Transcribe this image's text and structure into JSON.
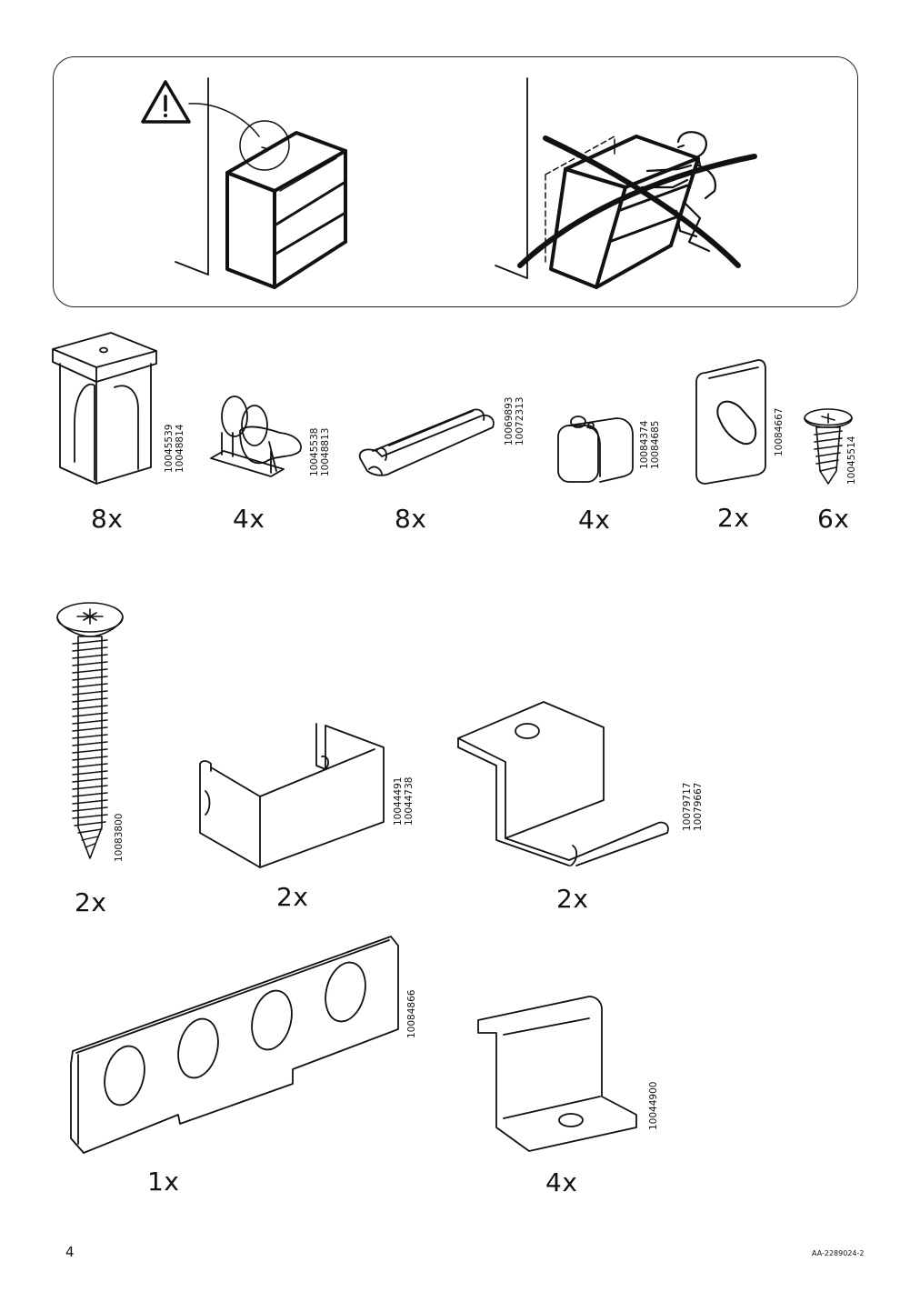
{
  "page": {
    "number": "4",
    "doc_id": "AA-2289024-2"
  },
  "parts": [
    {
      "name": "cam-block",
      "qty": "8x",
      "codes": [
        "10045539",
        "10048814"
      ]
    },
    {
      "name": "drawer-runner-wheel",
      "qty": "4x",
      "codes": [
        "10045538",
        "10048813"
      ]
    },
    {
      "name": "rail-clip",
      "qty": "8x",
      "codes": [
        "10069893",
        "10072313"
      ]
    },
    {
      "name": "door-damper",
      "qty": "4x",
      "codes": [
        "10084374",
        "10084685"
      ]
    },
    {
      "name": "adhesive-pad",
      "qty": "2x",
      "codes": [
        "10084667"
      ]
    },
    {
      "name": "short-screw",
      "qty": "6x",
      "codes": [
        "10045514"
      ]
    },
    {
      "name": "long-screw",
      "qty": "2x",
      "codes": [
        "10083800"
      ]
    },
    {
      "name": "u-bracket",
      "qty": "2x",
      "codes": [
        "10044491",
        "10044738"
      ]
    },
    {
      "name": "z-bracket-large",
      "qty": "2x",
      "codes": [
        "10079717",
        "10079667"
      ]
    },
    {
      "name": "hole-plate",
      "qty": "1x",
      "codes": [
        "10084866"
      ]
    },
    {
      "name": "z-bracket-small",
      "qty": "4x",
      "codes": [
        "10044900"
      ]
    }
  ]
}
